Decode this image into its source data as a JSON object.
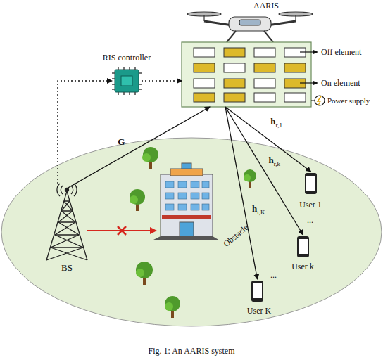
{
  "diagram": {
    "caption": "Fig. 1: An AARIS system",
    "nodes": [
      {
        "text": [
          "AARIS"
        ]
      },
      {
        "text": [
          "RIS controller"
        ]
      },
      {
        "text": [
          "BS"
        ]
      },
      {
        "text": [
          "Obstacle"
        ]
      },
      {
        "text": [
          "User 1"
        ]
      },
      {
        "text": [
          "User k"
        ]
      },
      {
        "text": [
          "User K"
        ]
      }
    ],
    "edges": [
      {
        "from": 2,
        "to": 0,
        "arrow": "to",
        "label": "G"
      },
      {
        "from": 2,
        "to": 1,
        "arrow": "to"
      },
      {
        "from": 1,
        "to": 0,
        "arrow": "to"
      },
      {
        "from": 2,
        "to": 3,
        "arrow": "to"
      },
      {
        "from": 0,
        "to": 4,
        "arrow": "to",
        "label": "hr,1"
      },
      {
        "from": 0,
        "to": 5,
        "arrow": "to",
        "label": "hr,k"
      },
      {
        "from": 0,
        "to": 6,
        "arrow": "to",
        "label": "hr,K"
      }
    ],
    "labels": [
      "Off element",
      "On element",
      "Power supply",
      "...",
      "..."
    ]
  }
}
